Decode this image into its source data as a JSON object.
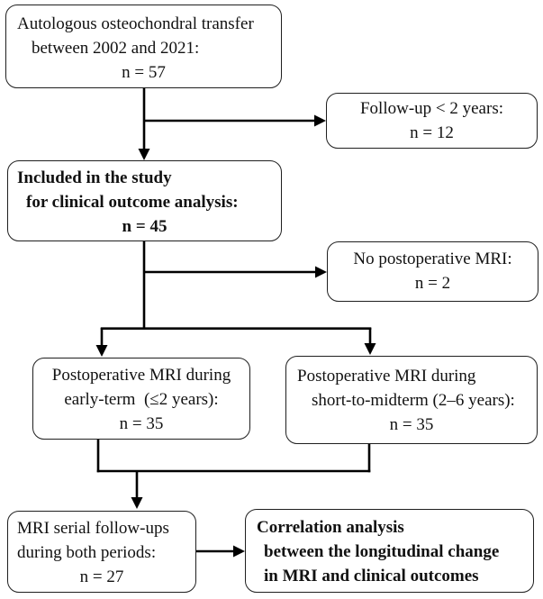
{
  "flowchart": {
    "boxes": {
      "surgery": {
        "lines": [
          "Autologous osteochondral transfer",
          "between 2002 and 2021:",
          "n = 57"
        ]
      },
      "excluded_followup": {
        "lines": [
          "Follow-up < 2 years:",
          "n = 12"
        ]
      },
      "included": {
        "lines": [
          "Included in the study",
          "for clinical outcome analysis:",
          "n = 45"
        ]
      },
      "excluded_no_mri": {
        "lines": [
          "No postoperative MRI:",
          "n = 2"
        ]
      },
      "early_mri": {
        "lines": [
          "Postoperative MRI during",
          "early-term  (≤2 years):",
          "n = 35"
        ]
      },
      "midterm_mri": {
        "lines": [
          "Postoperative MRI during",
          "short-to-midterm (2–6 years):",
          "n = 35"
        ]
      },
      "serial_mri": {
        "lines": [
          "MRI serial follow-ups",
          "during both periods:",
          "n = 27"
        ]
      },
      "correlation": {
        "lines": [
          "Correlation analysis",
          "between the longitudinal change",
          "in MRI and clinical outcomes"
        ]
      }
    },
    "colors": {
      "connector_line": "#000000",
      "box_border": "#1f1f1f",
      "text": "#111111",
      "background": "#ffffff"
    }
  }
}
